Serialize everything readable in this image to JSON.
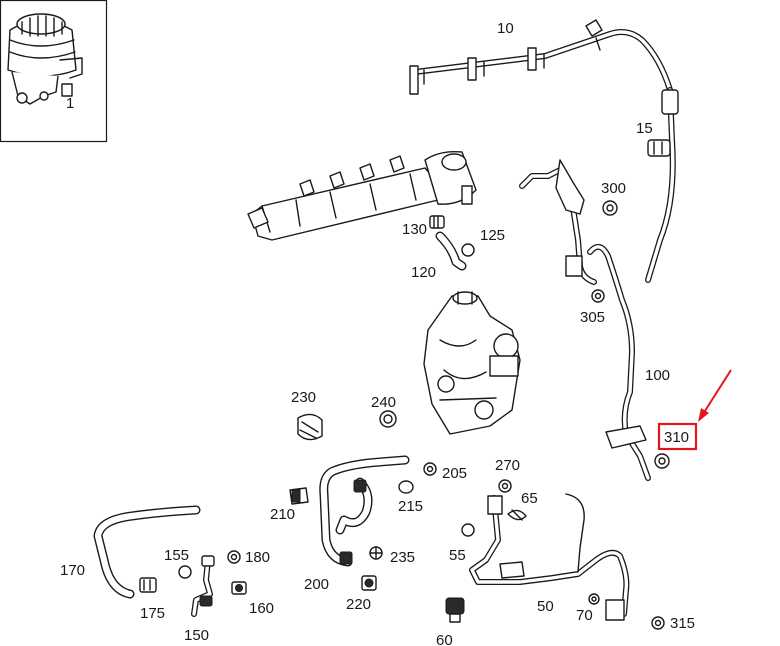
{
  "parts": [
    {
      "id": "p1",
      "label": "1"
    },
    {
      "id": "p10",
      "label": "10"
    },
    {
      "id": "p15",
      "label": "15"
    },
    {
      "id": "p50",
      "label": "50"
    },
    {
      "id": "p55",
      "label": "55"
    },
    {
      "id": "p60",
      "label": "60"
    },
    {
      "id": "p65",
      "label": "65"
    },
    {
      "id": "p70",
      "label": "70"
    },
    {
      "id": "p100",
      "label": "100"
    },
    {
      "id": "p120",
      "label": "120"
    },
    {
      "id": "p125",
      "label": "125"
    },
    {
      "id": "p130",
      "label": "130"
    },
    {
      "id": "p150",
      "label": "150"
    },
    {
      "id": "p155",
      "label": "155"
    },
    {
      "id": "p160",
      "label": "160"
    },
    {
      "id": "p170",
      "label": "170"
    },
    {
      "id": "p175",
      "label": "175"
    },
    {
      "id": "p180",
      "label": "180"
    },
    {
      "id": "p200",
      "label": "200"
    },
    {
      "id": "p205",
      "label": "205"
    },
    {
      "id": "p210",
      "label": "210"
    },
    {
      "id": "p215",
      "label": "215"
    },
    {
      "id": "p220",
      "label": "220"
    },
    {
      "id": "p230",
      "label": "230"
    },
    {
      "id": "p235",
      "label": "235"
    },
    {
      "id": "p240",
      "label": "240"
    },
    {
      "id": "p270",
      "label": "270"
    },
    {
      "id": "p300",
      "label": "300"
    },
    {
      "id": "p305",
      "label": "305"
    },
    {
      "id": "p310",
      "label": "310",
      "highlighted": true
    },
    {
      "id": "p315",
      "label": "315"
    }
  ],
  "highlight_color": "#e8141c"
}
